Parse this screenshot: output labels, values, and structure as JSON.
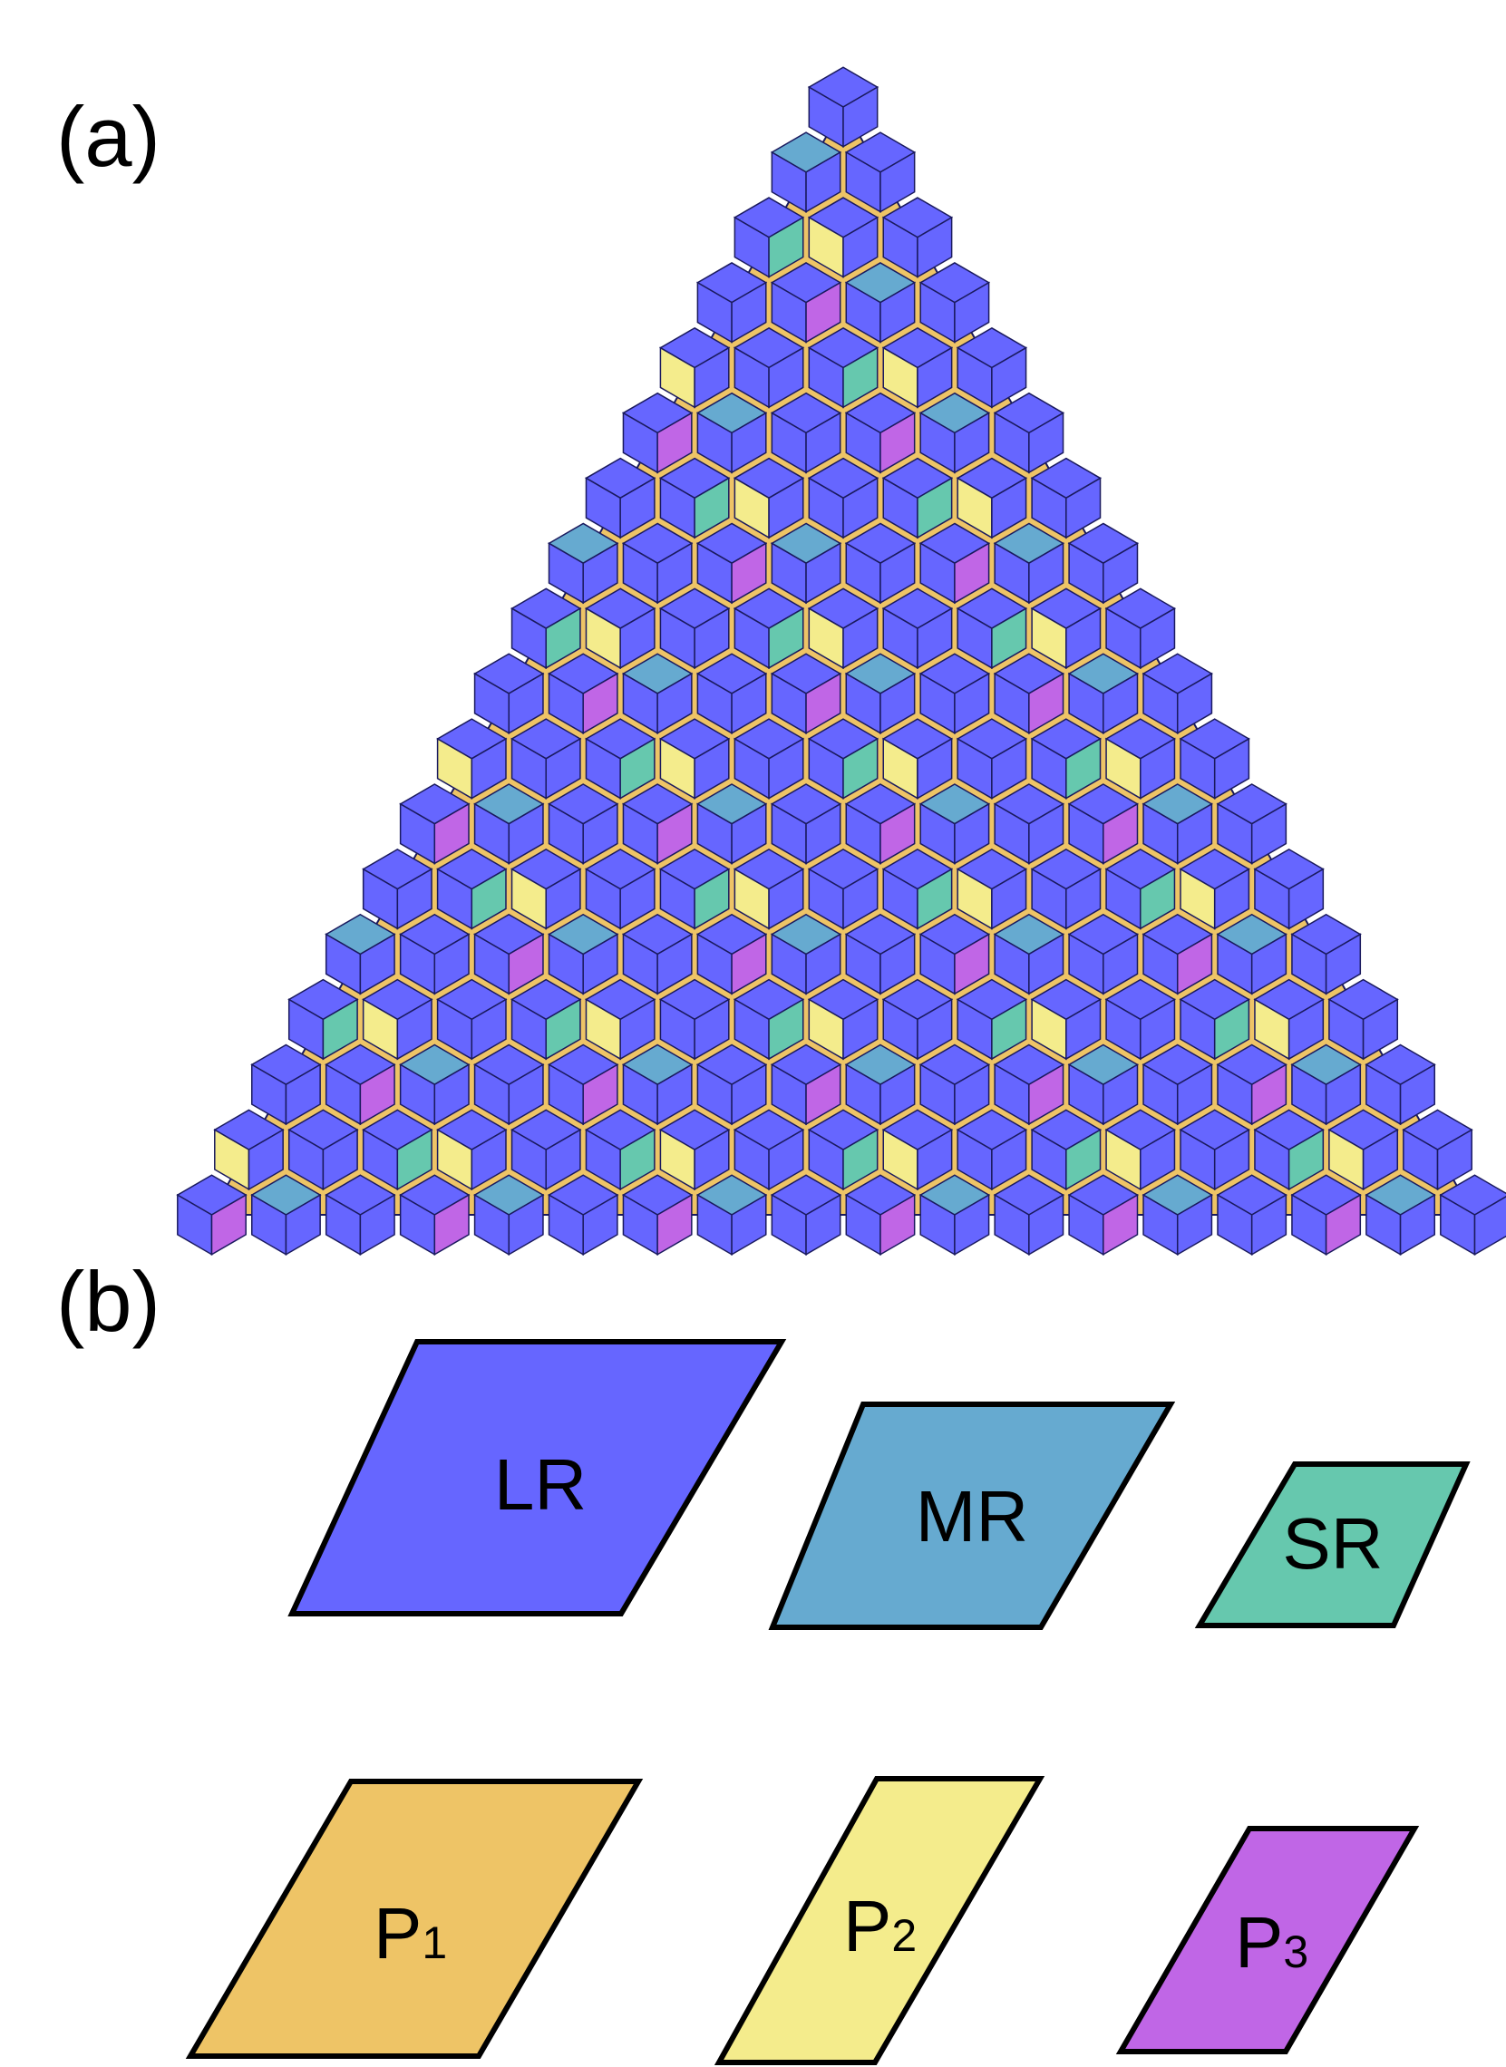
{
  "panel_a": {
    "label": "(a)",
    "colors": {
      "lr": "#6666ff",
      "mr": "#66aad0",
      "sr": "#66c8ae",
      "p1": "#eec466",
      "p2": "#f4ec8c",
      "p3": "#c066e6",
      "edge": "#1a1a5e"
    }
  },
  "panel_b": {
    "label": "(b)",
    "tiles": [
      {
        "name": "LR",
        "base": "LR",
        "sub": "",
        "color": "#6666ff"
      },
      {
        "name": "MR",
        "base": "MR",
        "sub": "",
        "color": "#66aad0"
      },
      {
        "name": "SR",
        "base": "SR",
        "sub": "",
        "color": "#66c8ae"
      },
      {
        "name": "P1",
        "base": "P",
        "sub": "1",
        "color": "#eec466"
      },
      {
        "name": "P2",
        "base": "P",
        "sub": "2",
        "color": "#f4ec8c"
      },
      {
        "name": "P3",
        "base": "P",
        "sub": "3",
        "color": "#c066e6"
      }
    ]
  }
}
